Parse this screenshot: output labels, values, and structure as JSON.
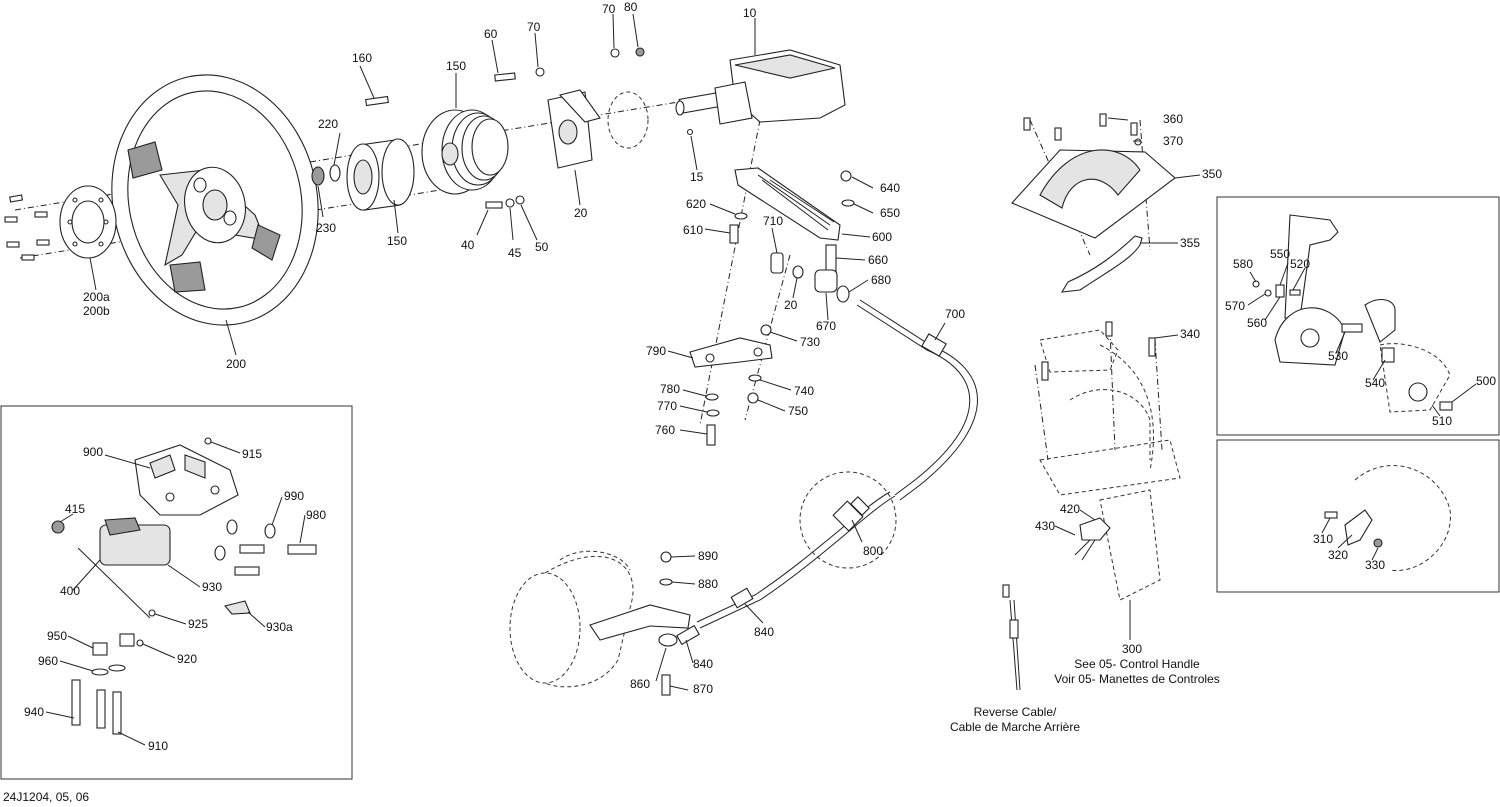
{
  "callouts": {
    "c10": "10",
    "c15": "15",
    "c20a": "20",
    "c20b": "20",
    "c40": "40",
    "c45": "45",
    "c50": "50",
    "c60": "60",
    "c70a": "70",
    "c70b": "70",
    "c80": "80",
    "c150a": "150",
    "c150b": "150",
    "c160": "160",
    "c200": "200",
    "c200a": "200a",
    "c200b": "200b",
    "c220": "220",
    "c230": "230",
    "c300": "300",
    "c310": "310",
    "c320": "320",
    "c330": "330",
    "c340": "340",
    "c350": "350",
    "c355": "355",
    "c360": "360",
    "c370": "370",
    "c400": "400",
    "c415": "415",
    "c420": "420",
    "c430": "430",
    "c500": "500",
    "c510": "510",
    "c520": "520",
    "c530": "530",
    "c540": "540",
    "c550": "550",
    "c560": "560",
    "c570": "570",
    "c580": "580",
    "c600": "600",
    "c610": "610",
    "c620": "620",
    "c640": "640",
    "c650": "650",
    "c660": "660",
    "c670": "670",
    "c680": "680",
    "c700": "700",
    "c710": "710",
    "c730": "730",
    "c740": "740",
    "c750": "750",
    "c760": "760",
    "c770": "770",
    "c780": "780",
    "c790": "790",
    "c800": "800",
    "c840a": "840",
    "c840b": "840",
    "c860": "860",
    "c870": "870",
    "c880": "880",
    "c890": "890",
    "c900": "900",
    "c910": "910",
    "c915": "915",
    "c920": "920",
    "c925": "925",
    "c930": "930",
    "c930a": "930a",
    "c940": "940",
    "c950": "950",
    "c960": "960",
    "c980": "980",
    "c990": "990"
  },
  "notes": {
    "control_handle_en": "See 05- Control Handle",
    "control_handle_fr": "Voir 05- Manettes de Controles",
    "reverse_cable_en": "Reverse Cable/",
    "reverse_cable_fr": "Cable de Marche Arrière",
    "drawing_ref": "24J1204, 05, 06"
  }
}
